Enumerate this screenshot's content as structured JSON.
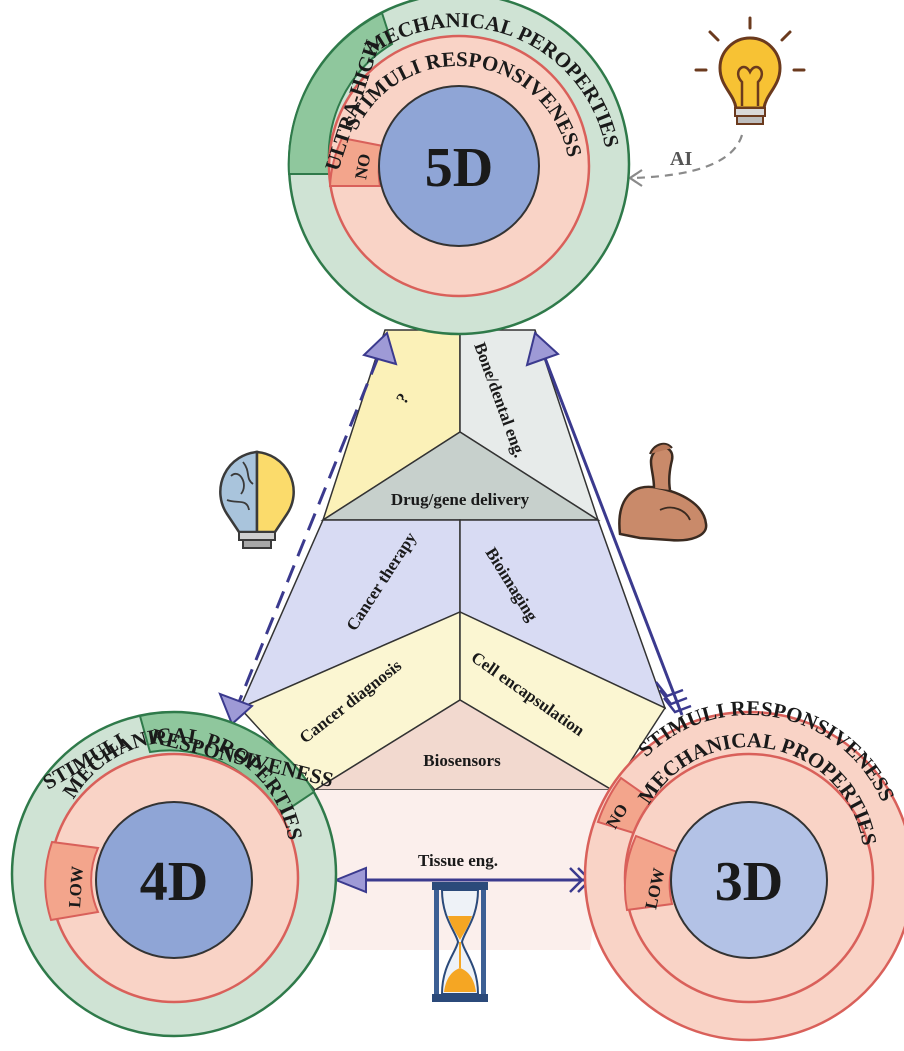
{
  "colors": {
    "green_ring": "#cfe3d4",
    "green_band": "#8fc79d",
    "green_stroke": "#2f7a4a",
    "red_ring": "#f9d3c6",
    "red_band": "#f3a58c",
    "red_stroke": "#d9605a",
    "core": "#8fa5d6",
    "core_3d": "#b3c2e6",
    "yellow_seg": "#fbf1b8",
    "gray_seg": "#e7ebea",
    "gray_top": "#c7d0cc",
    "lavender_seg": "#d8dbf3",
    "cream_seg": "#fbf6d2",
    "pink_seg": "#f2d9cf",
    "blush_seg": "#fbefec",
    "arrow": "#3b3a8e"
  },
  "circle_5d": {
    "core_label": "5D",
    "outer_band_label": "ULTRA-HIGH",
    "outer_label": "MECHANICAL PEROPERTIES",
    "inner_band_label": "NO",
    "inner_label": "STIMULI RESPONSIVENESS"
  },
  "circle_4d": {
    "core_label": "4D",
    "outer_left_label": "STIMULI",
    "outer_band_label": "RESPONSIVENESS",
    "inner_band_label": "LOW",
    "inner_label": "MECHANICAL PROPERTIES"
  },
  "circle_3d": {
    "core_label": "3D",
    "outer_band_label": "NO",
    "outer_label": "STIMULI RESPONSIVENESS",
    "inner_band_label": "LOW",
    "inner_label": "MECHANICAL PROPERTIES"
  },
  "segments": {
    "question": "?",
    "bone_dental": "Bone/dental eng.",
    "drug_gene": "Drug/gene delivery",
    "cancer_therapy": "Cancer therapy",
    "bioimaging": "Bioimaging",
    "cancer_diagnosis": "Cancer diagnosis",
    "cell_encapsulation": "Cell encapsulation",
    "biosensors": "Biosensors",
    "tissue_eng": "Tissue eng."
  },
  "ai_label": "AI",
  "icons": [
    "lightbulb-icon",
    "brain-bulb-icon",
    "flexed-arm-icon",
    "hourglass-icon"
  ]
}
